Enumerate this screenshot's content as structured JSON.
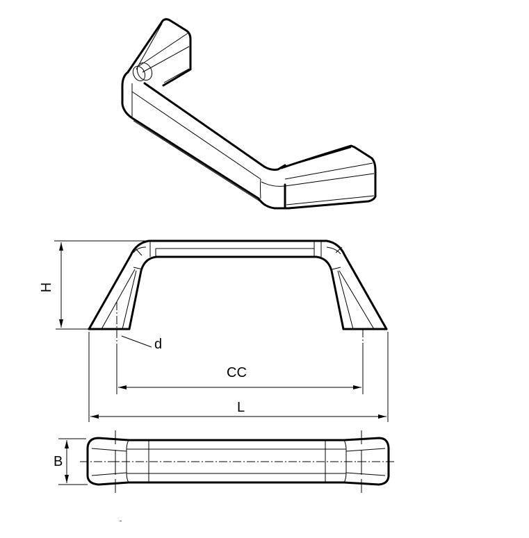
{
  "drawing": {
    "title": "Bridge handle technical drawing",
    "views": [
      "isometric",
      "front",
      "top"
    ],
    "dimensions": {
      "height_label": "H",
      "hole_label": "d",
      "center_distance_label": "CC",
      "length_label": "L",
      "width_label": "B"
    },
    "colors": {
      "line": "#000000",
      "background": "#ffffff"
    }
  }
}
